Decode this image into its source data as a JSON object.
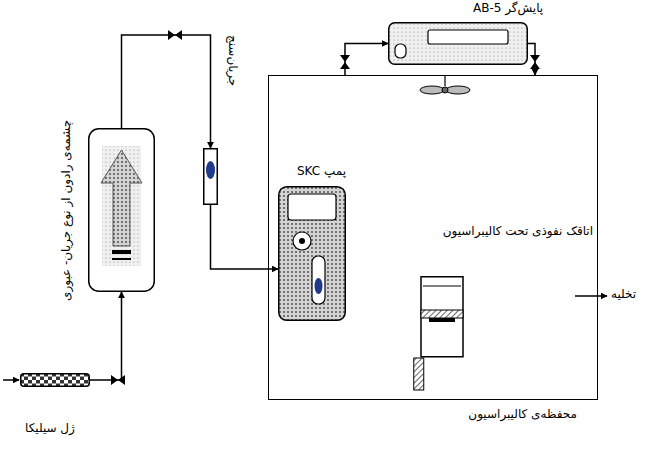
{
  "diagram": {
    "nodes": [
      {
        "text": [
          "پایش‌گر AB-5"
        ]
      },
      {
        "text": [
          "چشمه‌ی رادون از نوع جریان- عبوری"
        ]
      },
      {
        "text": [
          "جریان‌سنج"
        ]
      },
      {
        "text": [
          "محفظه‌ی کالیبراسیون"
        ]
      },
      {
        "text": [
          "پمپ SKC"
        ],
        "in": 3
      },
      {
        "text": [
          "اتاقک نفوذی تحت کالیبراسیون"
        ],
        "in": 3
      },
      {
        "text": [
          "ژل سیلیکا"
        ]
      }
    ],
    "edges": [
      {
        "from": 6,
        "to": 1,
        "arrow": "to"
      },
      {
        "from": 1,
        "to": 2,
        "arrow": "to"
      },
      {
        "from": 2,
        "to": 4,
        "arrow": "to"
      },
      {
        "from": 3,
        "to": 0,
        "arrow": "to"
      },
      {
        "from": 0,
        "to": 3,
        "arrow": "to"
      }
    ],
    "labels": [
      "تخلیه"
    ]
  }
}
